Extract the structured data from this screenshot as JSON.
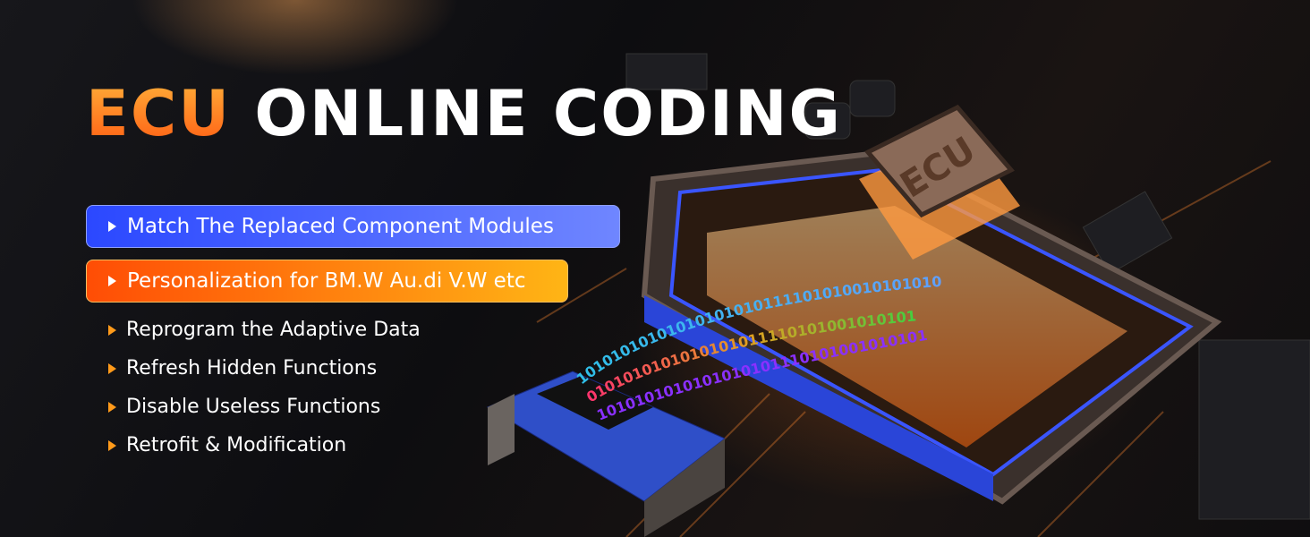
{
  "headline": {
    "accent": "ECU",
    "rest": " ONLINE CODING"
  },
  "highlights": [
    {
      "label": "Match The Replaced Component Modules"
    },
    {
      "label": "Personalization for BM.W Au.di V.W etc"
    }
  ],
  "features": [
    {
      "label": "Reprogram the Adaptive Data"
    },
    {
      "label": "Refresh Hidden Functions"
    },
    {
      "label": "Disable Useless Functions"
    },
    {
      "label": "Retrofit & Modification"
    }
  ],
  "artwork": {
    "chip_label": "ECU",
    "binary_streams": [
      "1010101010101010101011110101001010101010",
      "0101010101010101011110101001010101",
      "1010101010101010101110101001010101"
    ],
    "colors": {
      "accent_orange": "#ff6a10",
      "accent_blue": "#3a55ff",
      "glow": "#ffb060"
    }
  }
}
